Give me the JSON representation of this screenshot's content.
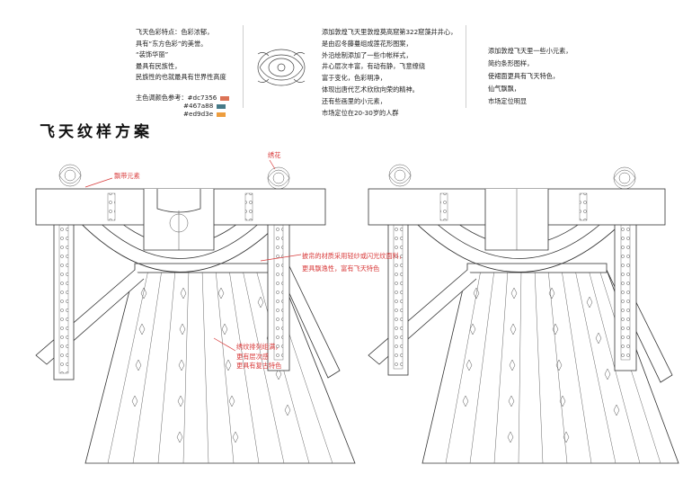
{
  "title": "飞天纹样方案",
  "text_col1": {
    "lines": [
      "飞天色彩特点：色彩浓郁，",
      "具有“东方色彩”的美誉。",
      "“装饰华丽”",
      "最具有民族性，",
      "民族性的也就最具有世界性高度"
    ],
    "palette_label": "主色调颜色参考：",
    "colors": [
      {
        "hex": "#dc7356",
        "label": "#dc7356"
      },
      {
        "hex": "#467a88",
        "label": "#467a88"
      },
      {
        "hex": "#ed9d3e",
        "label": "#ed9d3e"
      }
    ]
  },
  "text_col2": {
    "lines": [
      "添加敦煌飞天里敦煌莫高窟第322窟藻井井心，",
      "是由忍冬藤蔓组成莲花形图案，",
      "外沿绘制添加了一些巾帐样式，",
      "井心层次丰富，有动有静，飞意缭绕",
      "富于变化，色彩明净，",
      "体现出唐代艺术欣欣向荣的精神。",
      "还有些画里的小元素，",
      "市场定位在20-30岁的人群"
    ]
  },
  "text_col3": {
    "lines": [
      "添加敦煌飞天里一些小元素，",
      "简约条形图样，",
      "使裙面更具有飞天特色，",
      "仙气飘飘，",
      "市场定位明显"
    ]
  },
  "annotations": {
    "ribbon": "飘带元素",
    "embroidery": "绣花",
    "material": [
      "披帛的材质采用轻纱或闪光纹面料，",
      "更具飘逸性，富有飞天特色"
    ],
    "pattern": [
      "绣纹排列组满，",
      "更有层次感",
      "更具有复古特色"
    ]
  }
}
